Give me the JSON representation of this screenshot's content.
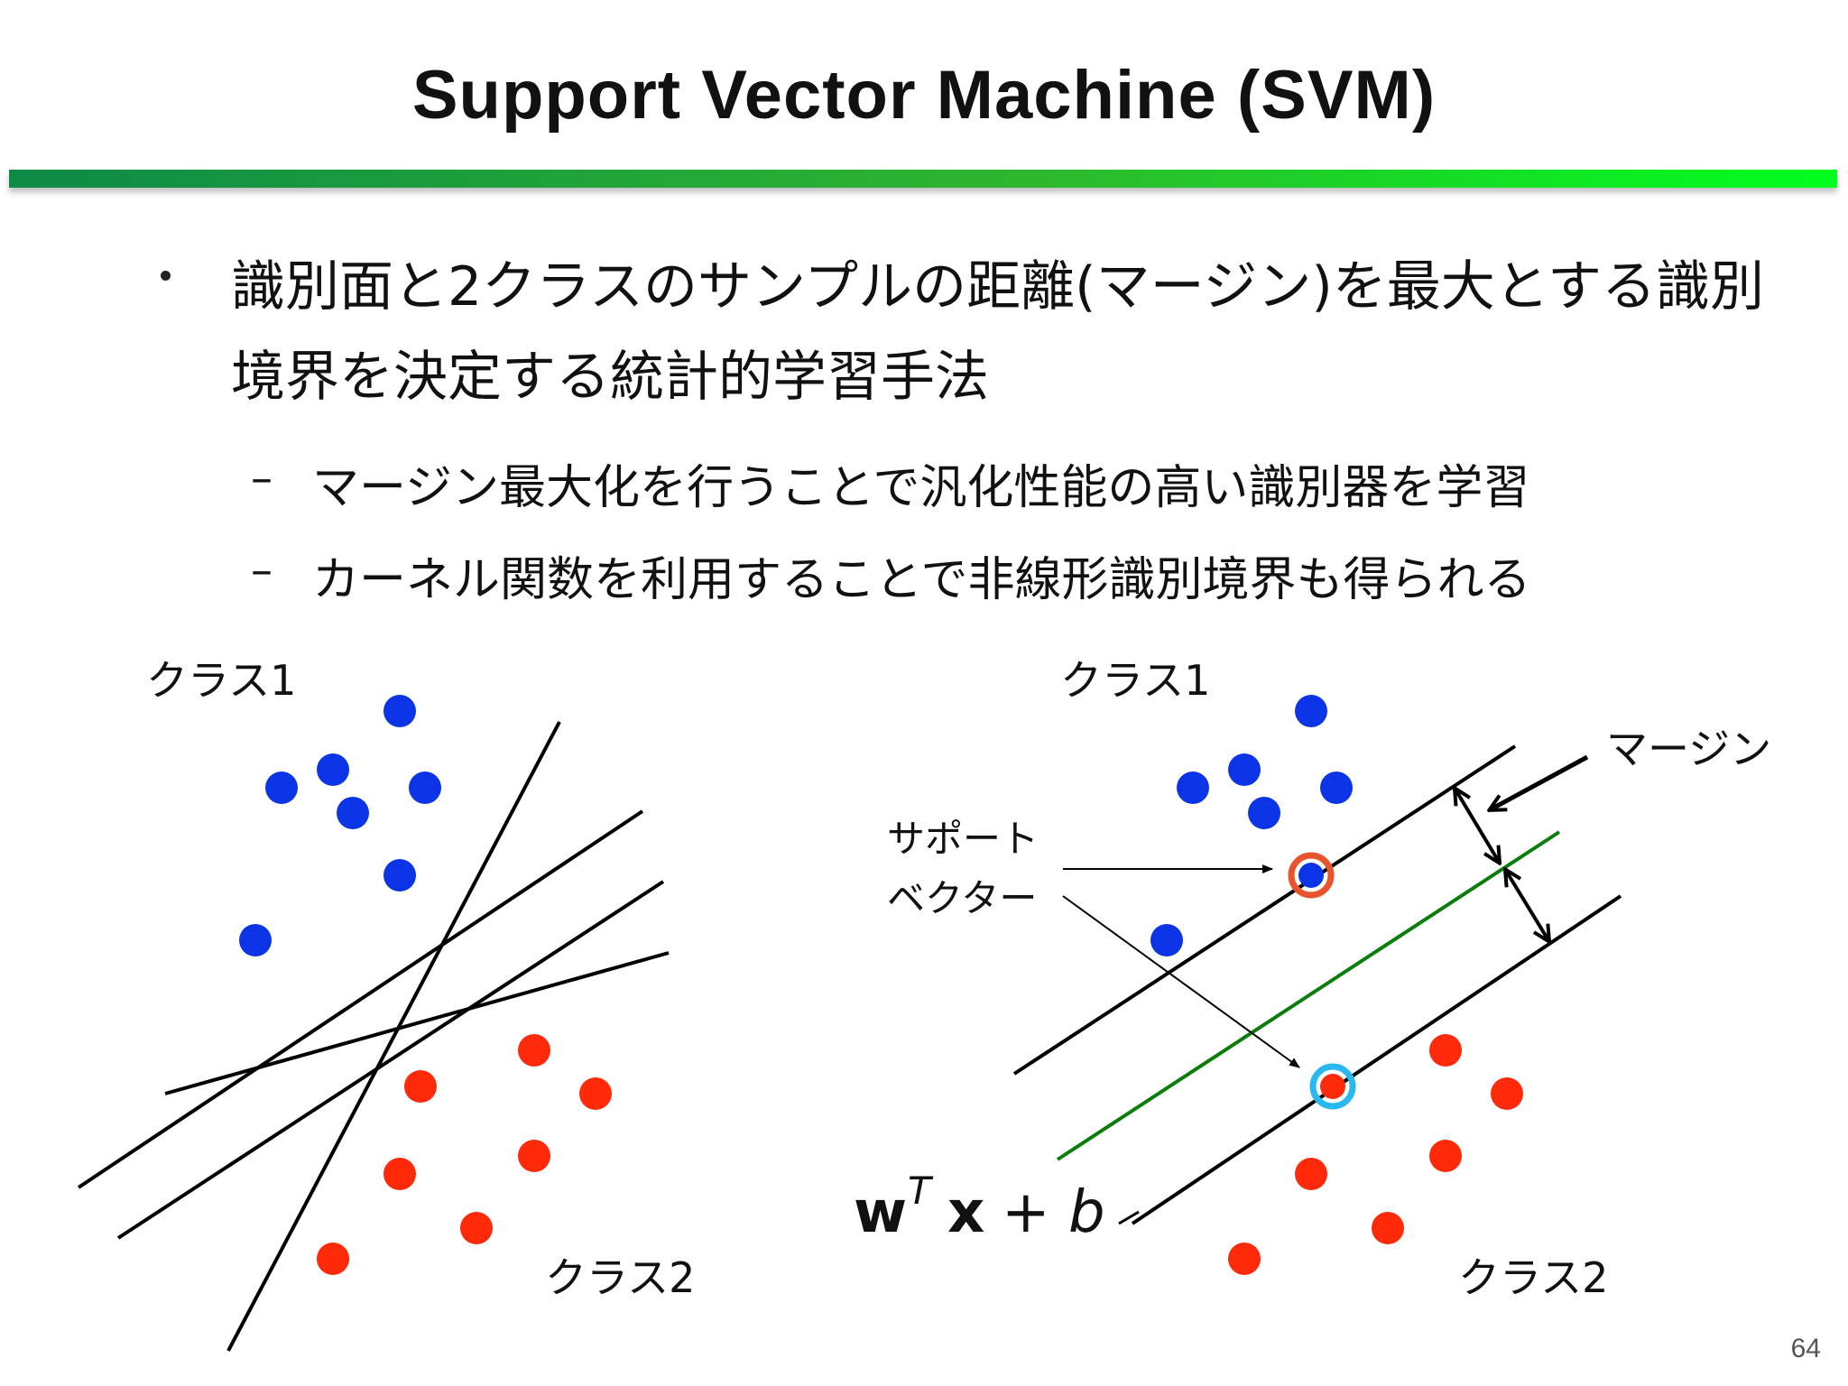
{
  "slide": {
    "title": "Support Vector Machine (SVM)",
    "bullet": "識別面と2クラスのサンプルの距離(マージン)を最大とする識別境界を決定する統計的学習手法",
    "subbullets": [
      "マージン最大化を行うことで汎化性能の高い識別器を学習",
      "カーネル関数を利用することで非線形識別境界も得られる"
    ],
    "dash": "–",
    "page_number": "64"
  },
  "left_figure": {
    "class1_label": "クラス1",
    "class2_label": "クラス2"
  },
  "right_figure": {
    "class1_label": "クラス1",
    "class2_label": "クラス2",
    "margin_label": "マージン",
    "support_vector_label_line1": "サポート",
    "support_vector_label_line2": "ベクター",
    "equation_w": "w",
    "equation_T": "T",
    "equation_x": "x",
    "equation_rest": "+ b"
  },
  "colors": {
    "class1": "#0a34e6",
    "class2": "#ff2a0a",
    "hyperplane": "#0b7d0b",
    "support_ring_1": "#e8542c",
    "support_ring_2": "#2ab8f0",
    "line": "#000000"
  }
}
